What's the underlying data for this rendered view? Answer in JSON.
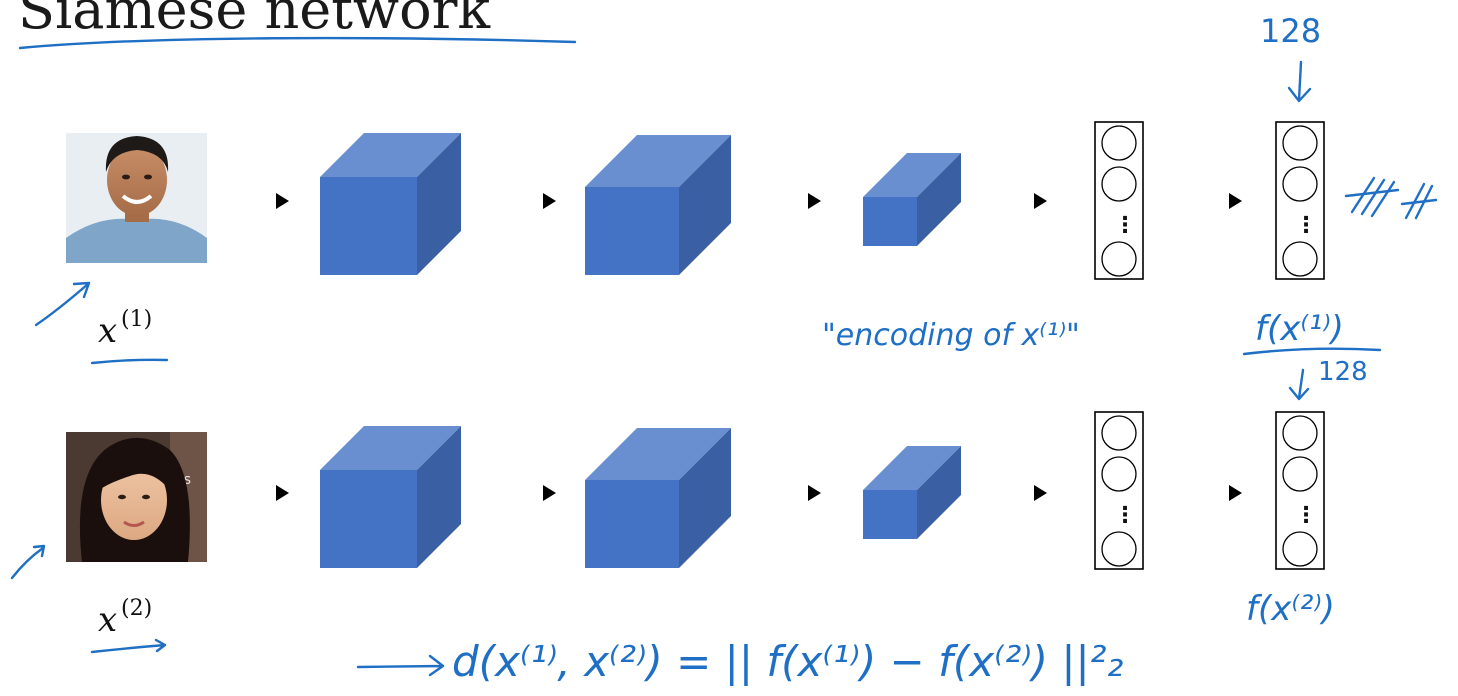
{
  "title": "Siamese network",
  "colors": {
    "volume_front": "#4472c4",
    "volume_top": "#6a8fd0",
    "volume_side": "#3a5fa3",
    "ink": "#1f6fc5",
    "arrow": "#000000"
  },
  "inputs": [
    {
      "var": "x",
      "sup": "(1)",
      "photo": "face-photo-man"
    },
    {
      "var": "x",
      "sup": "(2)",
      "photo": "face-photo-woman"
    }
  ],
  "annotations": {
    "dim_top": "128",
    "dim_mid": "128",
    "encoding_note": "\"encoding of x⁽¹⁾\"",
    "f_x1": "f(x⁽¹⁾)",
    "f_x2": "f(x⁽²⁾)",
    "distance_formula": "d(x⁽¹⁾, x⁽²⁾)  =  || f(x⁽¹⁾) − f(x⁽²⁾) ||²₂"
  }
}
